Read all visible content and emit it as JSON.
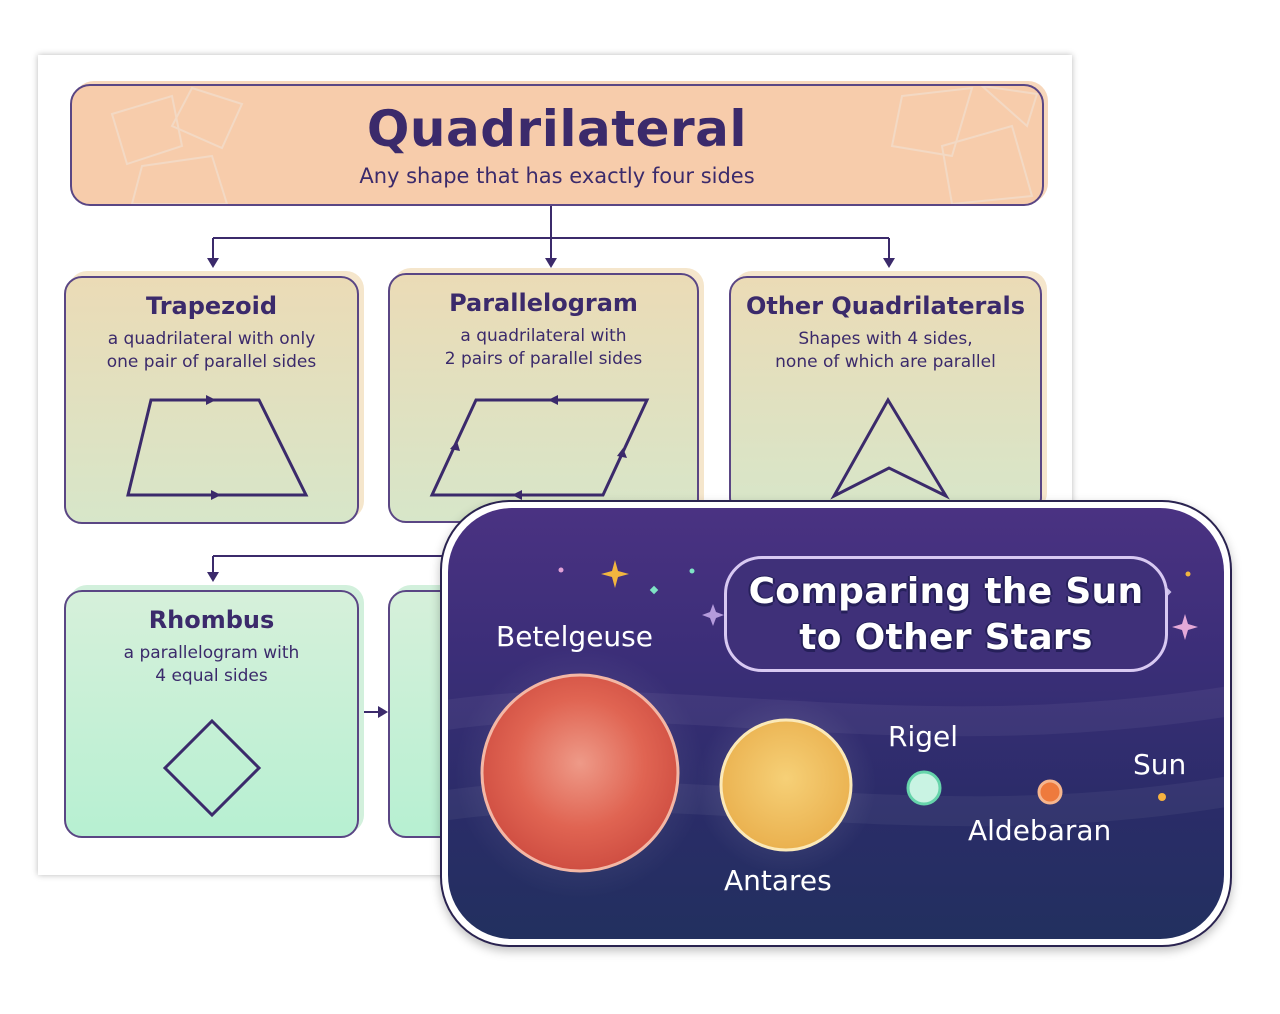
{
  "header": {
    "title": "Quadrilateral",
    "subtitle": "Any shape that has exactly four sides"
  },
  "cards": {
    "trapezoid": {
      "title": "Trapezoid",
      "desc": "a quadrilateral with only\none pair of parallel sides"
    },
    "parallelogram": {
      "title": "Parallelogram",
      "desc": "a quadrilateral with\n2 pairs of parallel sides"
    },
    "other": {
      "title": "Other Quadrilaterals",
      "desc": "Shapes with 4 sides,\nnone of which are parallel"
    },
    "rhombus": {
      "title": "Rhombus",
      "desc": "a parallelogram with\n4 equal sides"
    }
  },
  "star_panel": {
    "title_line1": "Comparing the Sun",
    "title_line2": "to Other Stars",
    "stars": {
      "betelgeuse": "Betelgeuse",
      "antares": "Antares",
      "rigel": "Rigel",
      "aldebaran": "Aldebaran",
      "sun": "Sun"
    }
  },
  "colors": {
    "ink": "#3b2a6b",
    "header_fill": "#f7ccab",
    "card_tan": "#e6dcb8",
    "card_mint": "#bdf0d4",
    "panel_bg": "#3b2e78",
    "betelgeuse": "#e05f4e",
    "antares": "#f2c25e",
    "rigel": "#c9f3e3",
    "aldebaran": "#ee7a3c",
    "sun": "#f6b23f"
  }
}
